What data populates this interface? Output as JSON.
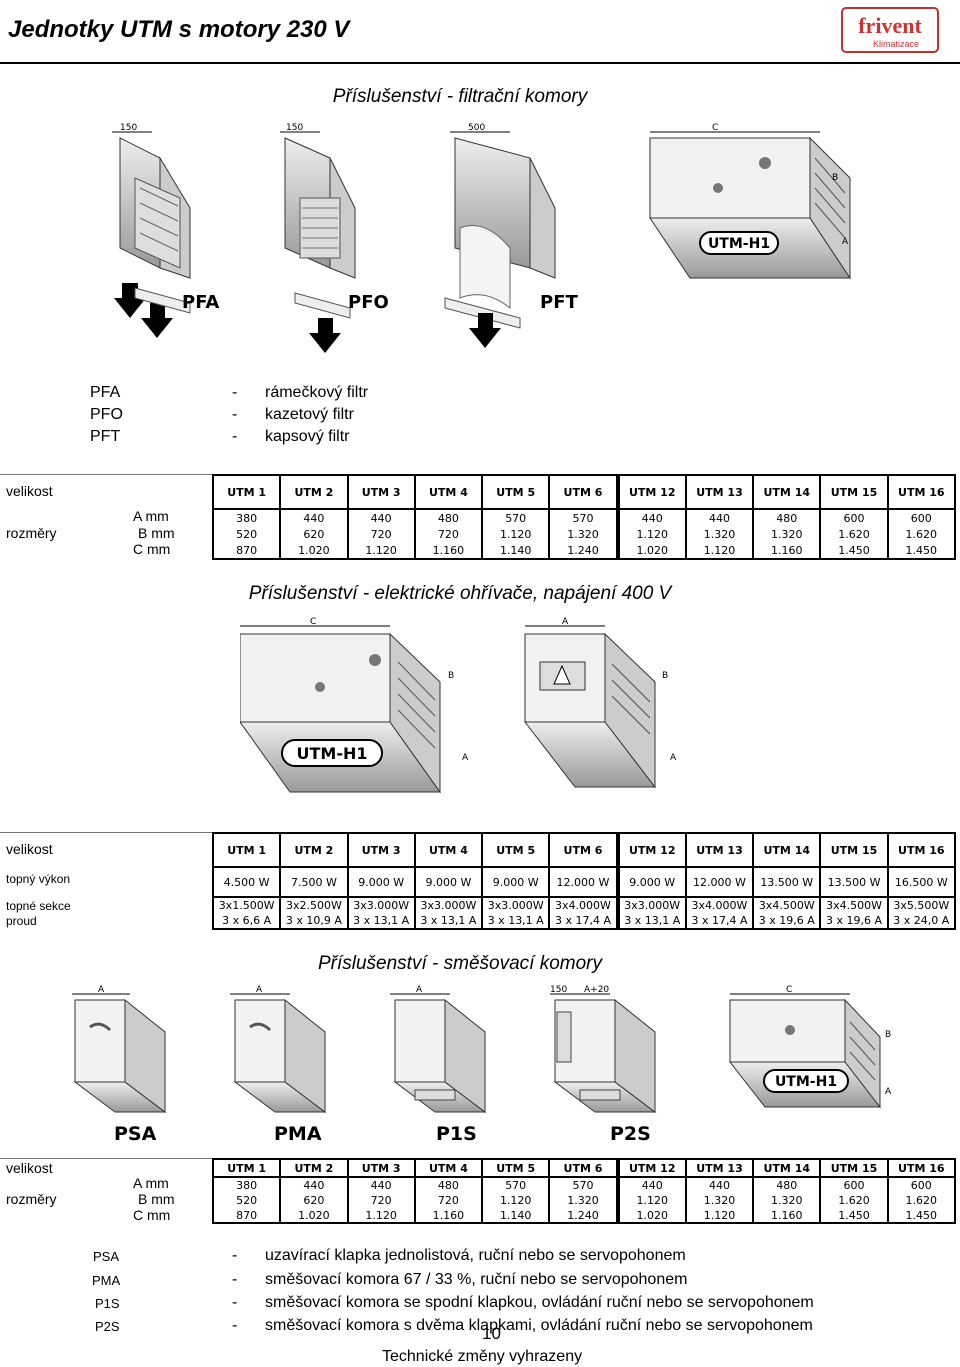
{
  "header": {
    "title": "Jednotky UTM s motory 230 V",
    "logo_text": "frivent",
    "logo_sub": "Klimatizace"
  },
  "filters": {
    "title": "Příslušenství - filtrační komory",
    "drawing_labels": [
      "PFA",
      "PFO",
      "PFT",
      "UTM-H1"
    ],
    "dims": [
      "150",
      "150",
      "500",
      "C",
      "B",
      "A"
    ],
    "legend": [
      {
        "code": "PFA",
        "dash": "-",
        "desc": "rámečkový filtr"
      },
      {
        "code": "PFO",
        "dash": "-",
        "desc": "kazetový filtr"
      },
      {
        "code": "PFT",
        "dash": "-",
        "desc": "kapsový filtr"
      }
    ],
    "table": {
      "label_size": "velikost",
      "label_dims": "rozměry",
      "dim_keys": [
        "A  mm",
        "B  mm",
        "C  mm"
      ],
      "columns": [
        "UTM 1",
        "UTM 2",
        "UTM 3",
        "UTM 4",
        "UTM 5",
        "UTM 6",
        "UTM 12",
        "UTM 13",
        "UTM 14",
        "UTM 15",
        "UTM 16"
      ],
      "rows": [
        [
          "380",
          "440",
          "440",
          "480",
          "570",
          "570",
          "440",
          "440",
          "480",
          "600",
          "600"
        ],
        [
          "520",
          "620",
          "720",
          "720",
          "1.120",
          "1.320",
          "1.120",
          "1.320",
          "1.320",
          "1.620",
          "1.620"
        ],
        [
          "870",
          "1.020",
          "1.120",
          "1.160",
          "1.140",
          "1.240",
          "1.020",
          "1.120",
          "1.160",
          "1.450",
          "1.450"
        ]
      ]
    }
  },
  "heaters": {
    "title": "Příslušenství - elektrické ohřívače, napájení 400 V",
    "drawing_labels": [
      "UTM-H1"
    ],
    "dims": [
      "C",
      "A",
      "B",
      "A",
      "B",
      "A"
    ],
    "table": {
      "label_size": "velikost",
      "label_power": "topný výkon",
      "label_sections": "topné sekce",
      "label_current": "proud",
      "columns": [
        "UTM 1",
        "UTM 2",
        "UTM 3",
        "UTM 4",
        "UTM 5",
        "UTM 6",
        "UTM 12",
        "UTM 13",
        "UTM 14",
        "UTM 15",
        "UTM 16"
      ],
      "power": [
        "4.500 W",
        "7.500 W",
        "9.000 W",
        "9.000 W",
        "9.000 W",
        "12.000 W",
        "9.000 W",
        "12.000 W",
        "13.500 W",
        "13.500 W",
        "16.500 W"
      ],
      "sections": [
        "3x1.500W",
        "3x2.500W",
        "3x3.000W",
        "3x3.000W",
        "3x3.000W",
        "3x4.000W",
        "3x3.000W",
        "3x4.000W",
        "3x4.500W",
        "3x4.500W",
        "3x5.500W"
      ],
      "current": [
        "3 x 6,6 A",
        "3 x 10,9 A",
        "3 x 13,1 A",
        "3 x 13,1 A",
        "3 x 13,1 A",
        "3 x 17,4 A",
        "3 x 13,1 A",
        "3 x 17,4 A",
        "3 x 19,6 A",
        "3 x 19,6 A",
        "3 x 24,0 A"
      ]
    }
  },
  "mixing": {
    "title": "Příslušenství - směšovací komory",
    "drawing_labels": [
      "PSA",
      "PMA",
      "P1S",
      "P2S",
      "UTM-H1"
    ],
    "dims": [
      "A",
      "A",
      "A",
      "150",
      "A+20",
      "C",
      "B",
      "A"
    ],
    "table": {
      "label_size": "velikost",
      "label_dims": "rozměry",
      "dim_keys": [
        "A  mm",
        "B  mm",
        "C  mm"
      ],
      "columns": [
        "UTM 1",
        "UTM 2",
        "UTM 3",
        "UTM 4",
        "UTM 5",
        "UTM 6",
        "UTM 12",
        "UTM 13",
        "UTM 14",
        "UTM 15",
        "UTM 16"
      ],
      "rows": [
        [
          "380",
          "440",
          "440",
          "480",
          "570",
          "570",
          "440",
          "440",
          "480",
          "600",
          "600"
        ],
        [
          "520",
          "620",
          "720",
          "720",
          "1.120",
          "1.320",
          "1.120",
          "1.320",
          "1.320",
          "1.620",
          "1.620"
        ],
        [
          "870",
          "1.020",
          "1.120",
          "1.160",
          "1.140",
          "1.240",
          "1.020",
          "1.120",
          "1.160",
          "1.450",
          "1.450"
        ]
      ]
    },
    "legend": [
      {
        "code": "PSA",
        "dash": "-",
        "desc": "uzavírací klapka jednolistová, ruční nebo se servopohonem"
      },
      {
        "code": "PMA",
        "dash": "-",
        "desc": "směšovací komora 67 / 33 %, ruční nebo se servopohonem"
      },
      {
        "code": "P1S",
        "dash": "-",
        "desc": "směšovací komora se spodní klapkou, ovládání ruční nebo se servopohonem"
      },
      {
        "code": "P2S",
        "dash": "-",
        "desc": "směšovací komora s dvěma klapkami, ovládání ruční nebo se servopohonem"
      }
    ]
  },
  "footer": {
    "page": "10",
    "note": "Technické změny vyhrazeny"
  }
}
